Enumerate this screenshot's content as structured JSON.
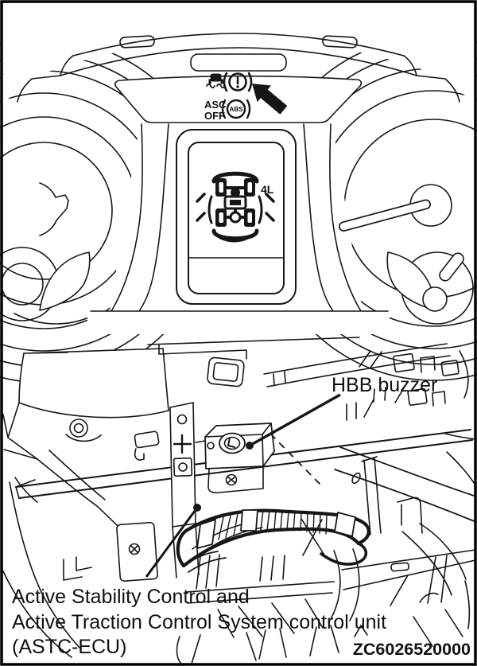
{
  "figure": {
    "type": "service-manual-illustration",
    "panels": [
      "instrument-cluster-warning-lights",
      "dashboard-component-location"
    ]
  },
  "cluster": {
    "asc_label_line1": "ASC",
    "asc_label_line2": "OFF",
    "abs_label": "ABS",
    "drive_mode_label": "4L",
    "icons": [
      "traction-control-skid-icon",
      "brake-warning-icon",
      "abs-warning-icon",
      "4wd-drivetrain-icon",
      "indicator-arrow-icon"
    ]
  },
  "callouts": {
    "hbb_buzzer": "HBB buzzer",
    "astc_line1": "Active Stability Control and",
    "astc_line2": "Active Traction Control System control unit",
    "astc_line3": "(ASTC-ECU)"
  },
  "part_number": "ZC6026520000",
  "colors": {
    "ink": "#161616",
    "paper": "#ffffff"
  }
}
